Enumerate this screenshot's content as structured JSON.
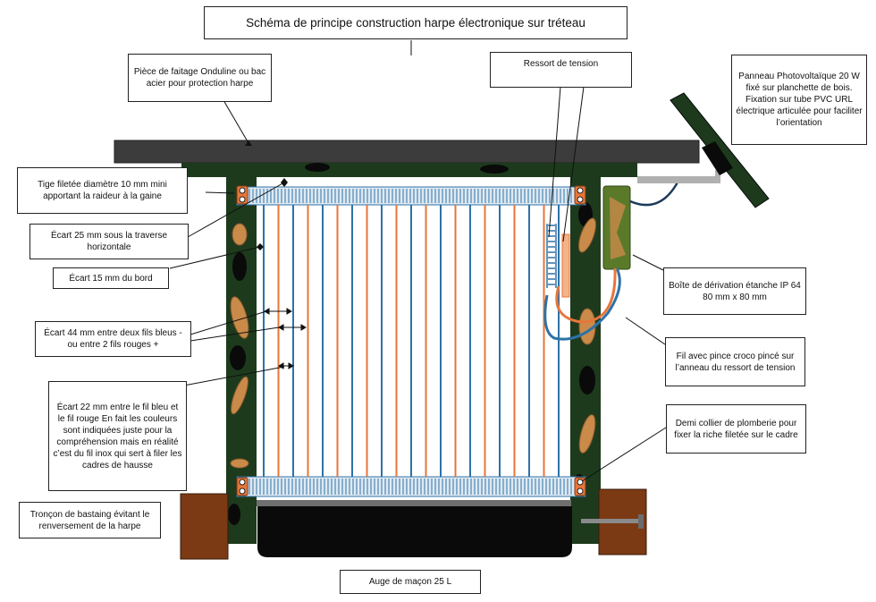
{
  "title": "Schéma de principe construction harpe électronique sur tréteau",
  "labels": {
    "faitage": "Pièce de faitage Onduline ou bac acier pour protection harpe",
    "ressort": "Ressort de tension",
    "panneau": "Panneau Photovoltaïque 20 W fixé sur planchette de bois. Fixation sur tube PVC URL électrique articulée pour faciliter l’orientation",
    "tige": "Tige filetée diamètre 10 mm mini apportant la raideur à la gaine",
    "ecart25": "Écart 25 mm sous la traverse horizontale",
    "ecart15": "Écart 15 mm du bord",
    "ecart44": "Écart 44 mm entre deux fils bleus - ou entre 2 fils rouges +",
    "ecart22": "Écart 22 mm entre le fil bleu et le fil rouge En fait les couleurs sont indiquées juste pour la compréhension mais en réalité c’est du fil inox qui sert à filer les cadres de hausse",
    "boite": "Boîte de dérivation étanche IP 64 80 mm x 80 mm",
    "pince": "Fil avec pince croco pincé sur l’anneau du ressort de tension",
    "collier": "Demi collier de plomberie pour fixer la riche filetée sur le cadre",
    "bastaing": "Tronçon de bastaing évitant le renversement de la harpe",
    "auge": "Auge de maçon 25 L"
  },
  "colors": {
    "frame": "#1d3a1d",
    "roof": "#3c3c3c",
    "wire_blue": "#2e72a8",
    "wire_red": "#e8763a",
    "wood": "#7b3a14",
    "trough": "#0a0a0a",
    "box_green": "#5a7a2a"
  },
  "icons": [
    "screw-icon",
    "cork-patch-icon",
    "spring-icon",
    "solar-panel-icon"
  ]
}
